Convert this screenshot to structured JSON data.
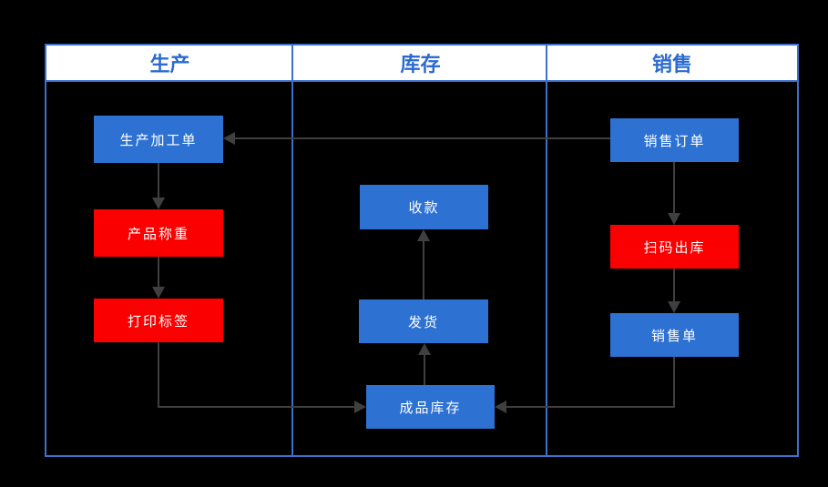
{
  "diagram": {
    "lanes": [
      {
        "label": "生产"
      },
      {
        "label": "库存"
      },
      {
        "label": "销售"
      }
    ],
    "nodes": {
      "production_order": {
        "label": "生产加工单",
        "color": "#2D72D3"
      },
      "product_weighing": {
        "label": "产品称重",
        "color": "#FB0000"
      },
      "print_label": {
        "label": "打印标签",
        "color": "#FB0000"
      },
      "receive_payment": {
        "label": "收款",
        "color": "#2D72D3"
      },
      "ship_goods": {
        "label": "发货",
        "color": "#2D72D3"
      },
      "finished_inventory": {
        "label": "成品库存",
        "color": "#2D72D3"
      },
      "sales_order": {
        "label": "销售订单",
        "color": "#2D72D3"
      },
      "scan_outbound": {
        "label": "扫码出库",
        "color": "#FB0000"
      },
      "sales_slip": {
        "label": "销售单",
        "color": "#2D72D3"
      }
    },
    "edges": [
      {
        "from": "销售订单",
        "to": "生产加工单"
      },
      {
        "from": "生产加工单",
        "to": "产品称重"
      },
      {
        "from": "产品称重",
        "to": "打印标签"
      },
      {
        "from": "打印标签",
        "to": "成品库存"
      },
      {
        "from": "销售订单",
        "to": "扫码出库"
      },
      {
        "from": "扫码出库",
        "to": "销售单"
      },
      {
        "from": "销售单",
        "to": "成品库存"
      },
      {
        "from": "成品库存",
        "to": "发货"
      },
      {
        "from": "发货",
        "to": "收款"
      }
    ],
    "colors": {
      "background": "#000000",
      "lane_border": "#3B70CE",
      "lane_header_bg": "#FFFFFF",
      "lane_header_text": "#2B6BD0",
      "node_blue": "#2D72D3",
      "node_red": "#FB0000",
      "node_text": "#FFFFFF",
      "arrow": "#3F3F3F"
    }
  }
}
